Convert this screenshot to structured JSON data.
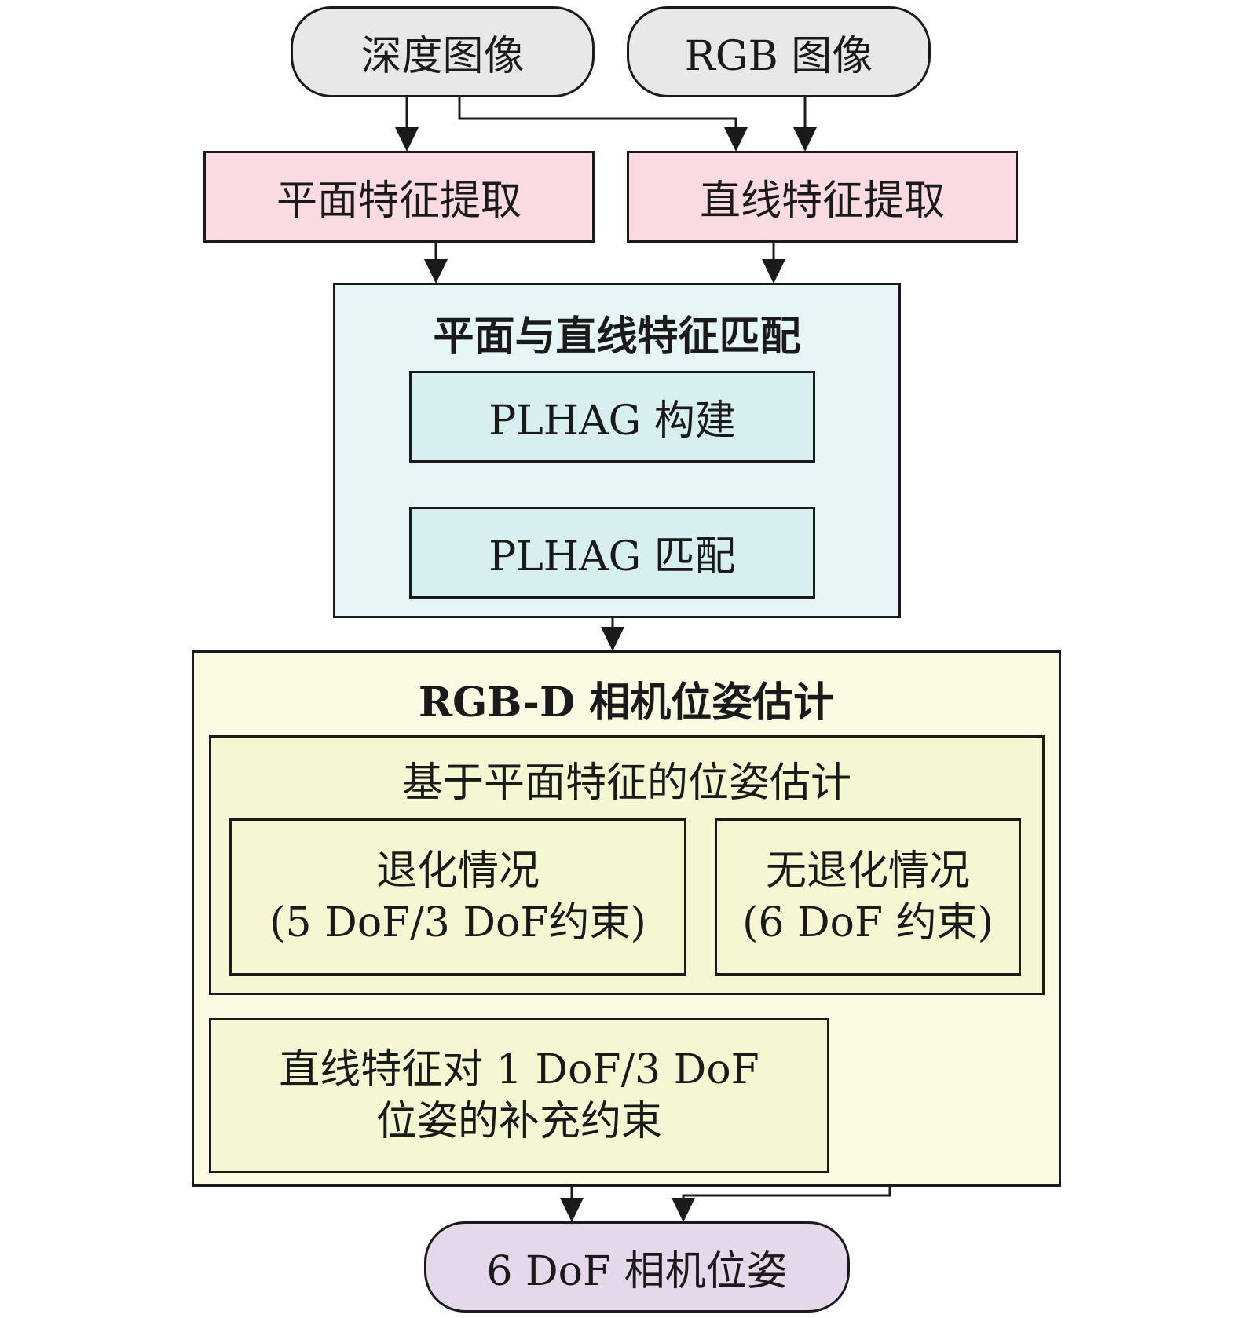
{
  "nodes": {
    "depth_image": "深度图像",
    "rgb_image": "RGB 图像",
    "plane_extraction": "平面特征提取",
    "line_extraction": "直线特征提取",
    "matching_group": "平面与直线特征匹配",
    "plhag_build": "PLHAG 构建",
    "plhag_match": "PLHAG 匹配",
    "pose_group": "RGB-D 相机位姿估计",
    "plane_pose_group": "基于平面特征的位姿估计",
    "degenerate_line1": "退化情况",
    "degenerate_line2": "(5 DoF/3 DoF约束)",
    "nondegenerate_line1": "无退化情况",
    "nondegenerate_line2": "(6 DoF 约束)",
    "line_supplement_line1": "直线特征对 1 DoF/3 DoF",
    "line_supplement_line2": "位姿的补充约束",
    "output": "6 DoF 相机位姿"
  },
  "colors": {
    "input_fill": "#e8e8e8",
    "extraction_fill": "#fadbe2",
    "matching_outer_fill": "#e6f5f5",
    "matching_inner_fill": "#d8eff0",
    "pose_outer_fill": "#fbfbe4",
    "pose_inner_fill": "#f4f7d2",
    "output_fill": "#e4d8ea",
    "stroke": "#1a1a1a"
  }
}
